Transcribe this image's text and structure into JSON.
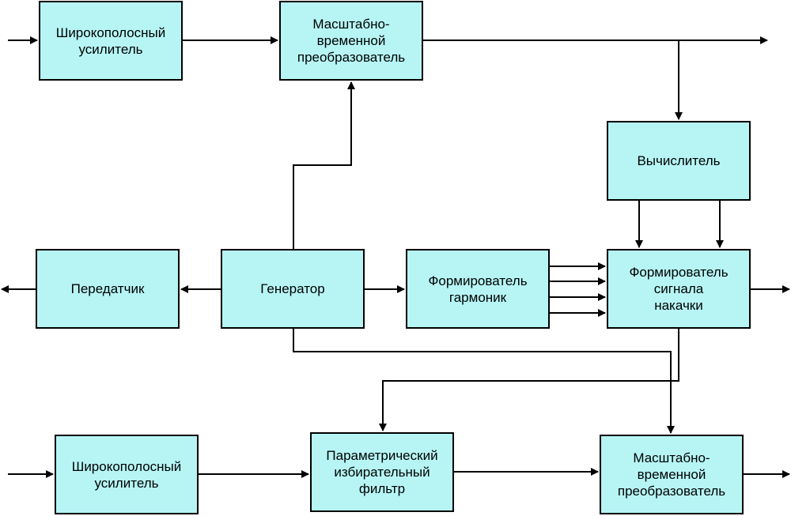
{
  "colors": {
    "block_fill": "#b7f5f5",
    "line": "#000000",
    "text": "#000000"
  },
  "blocks": {
    "wideband_amp_top": "Широкополосный\nусилитель",
    "scale_time_conv_top": "Масштабно-\nвременной\nпреобразователь",
    "calculator": "Вычислитель",
    "transmitter": "Передатчик",
    "generator": "Генератор",
    "harmonics_former": "Формирователь\nгармоник",
    "pump_signal_former": "Формирователь\nсигнала\nнакачки",
    "wideband_amp_bottom": "Широкополосный\nусилитель",
    "parametric_filter": "Параметрический\nизбирательный\nфильтр",
    "scale_time_conv_bottom": "Масштабно-\nвременной\nпреобразователь"
  }
}
